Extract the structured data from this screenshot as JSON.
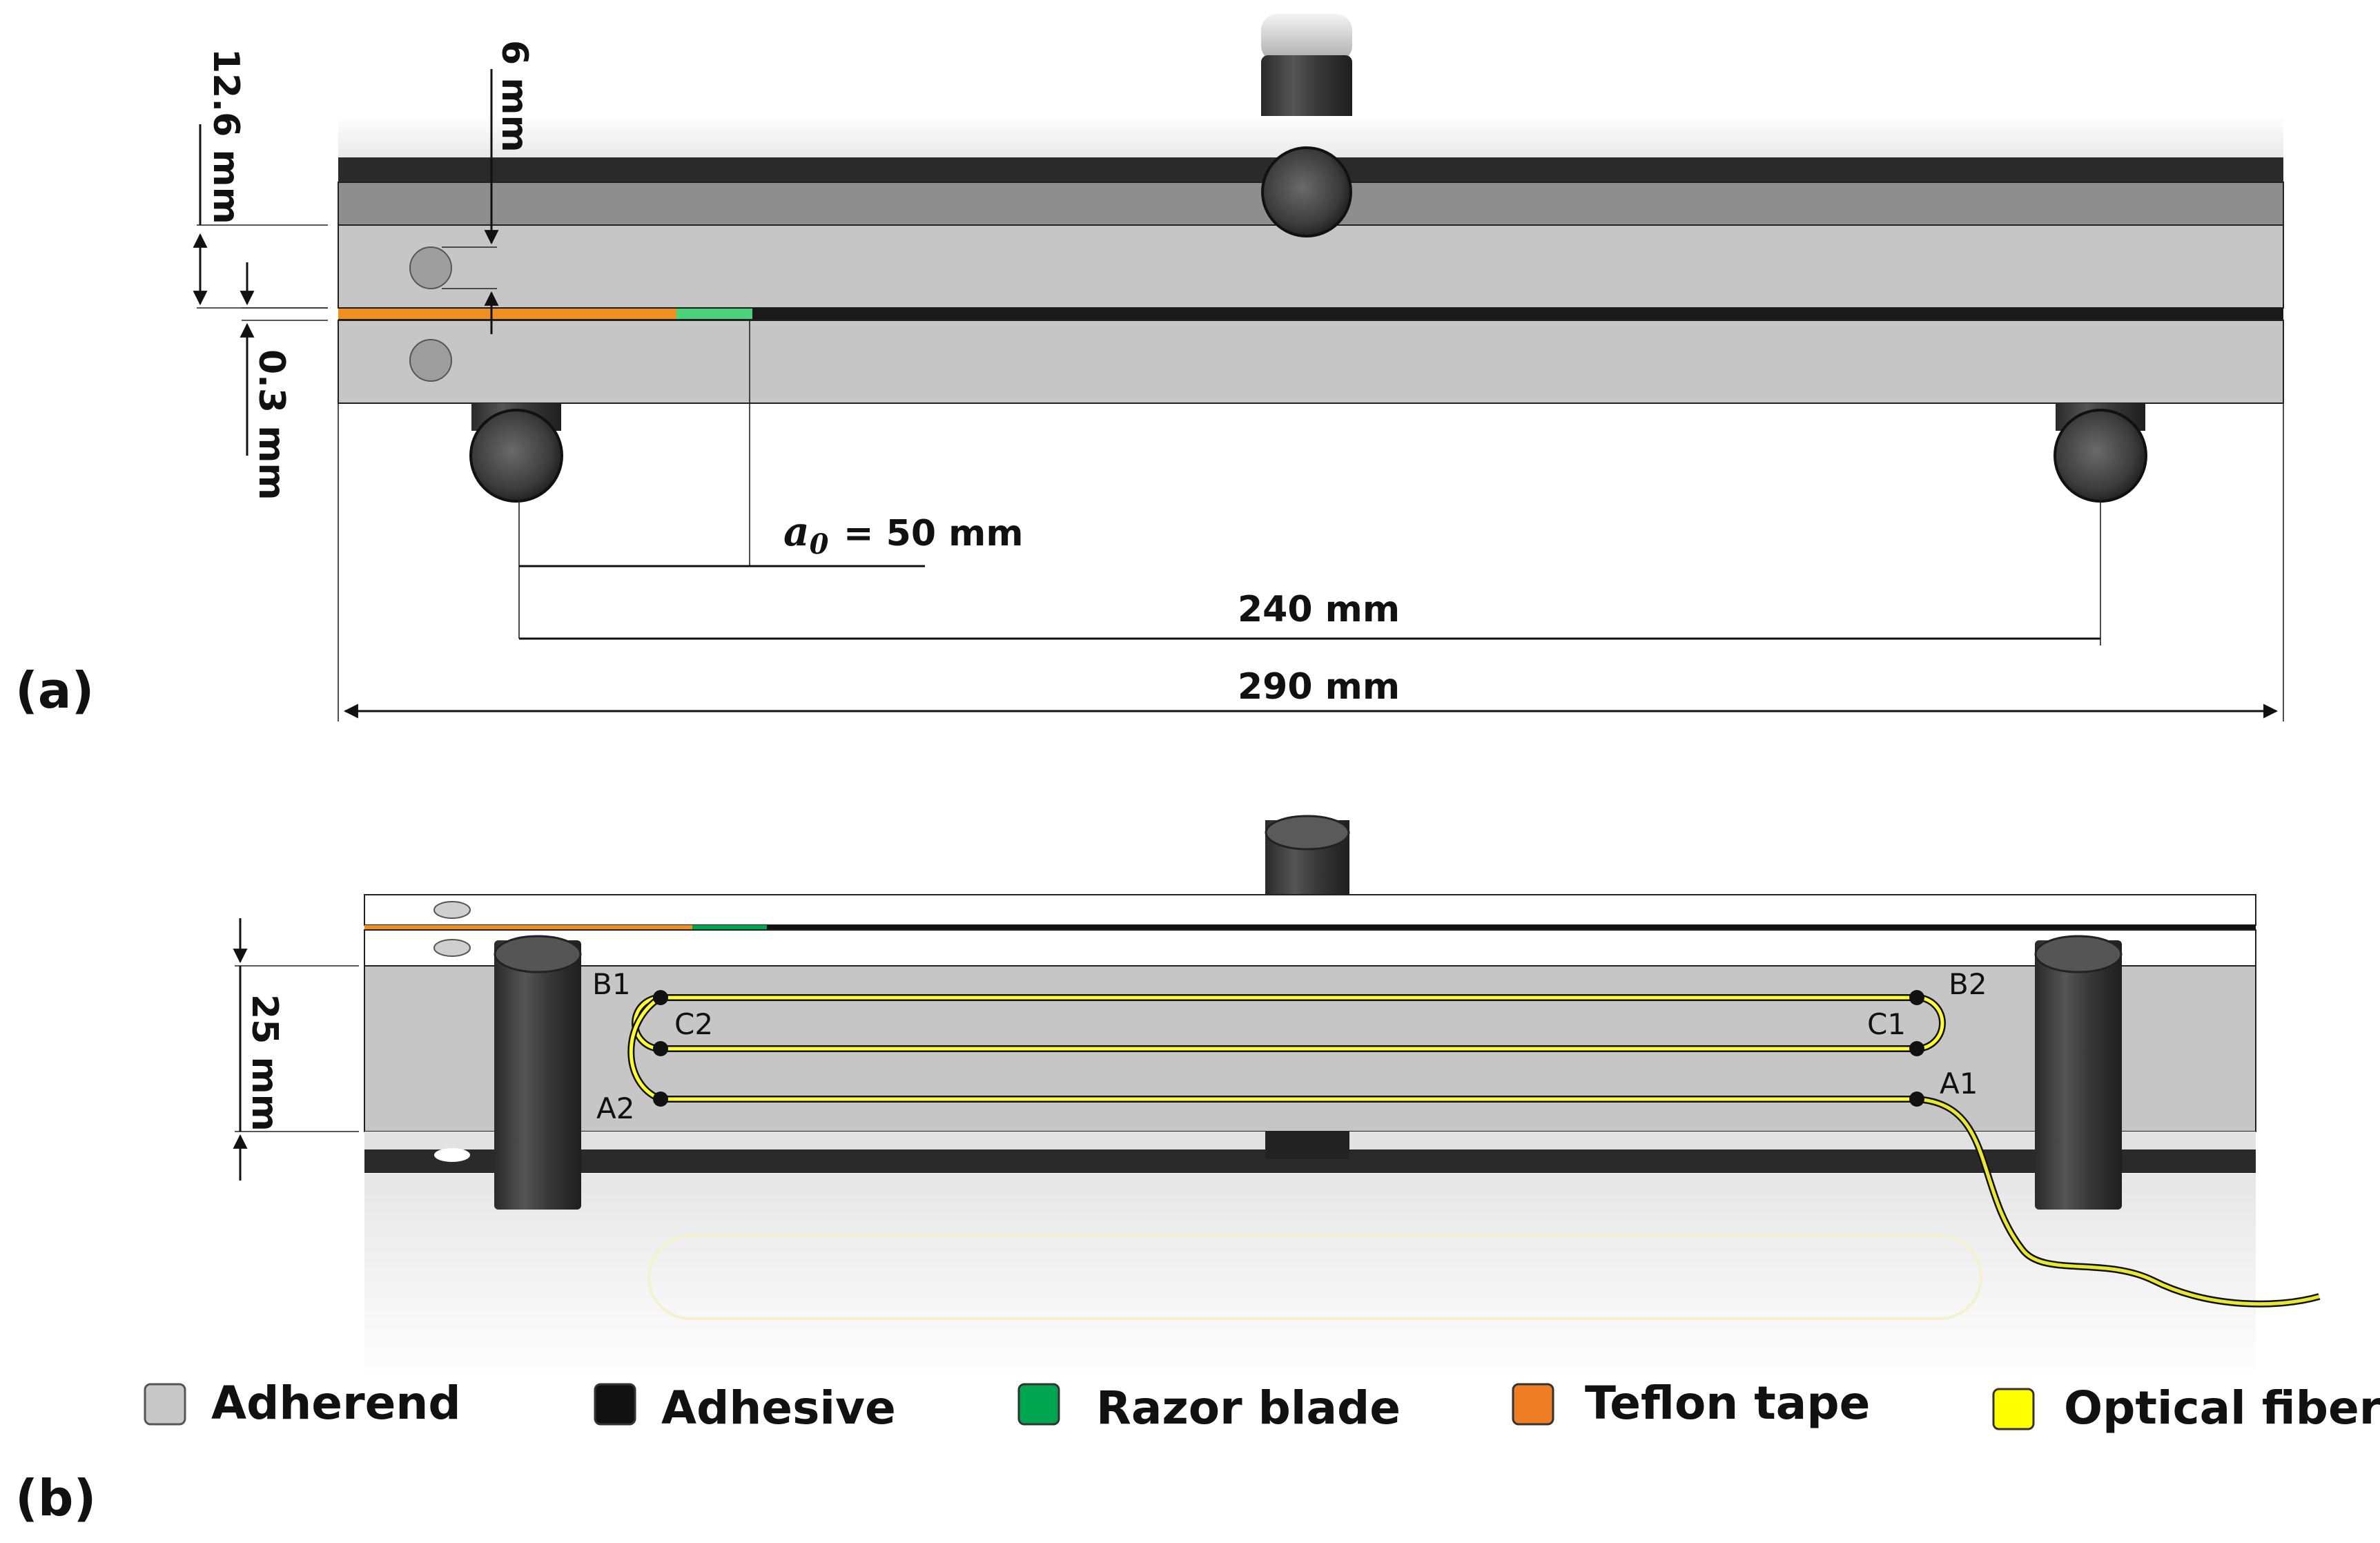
{
  "panel_a": {
    "label": "(a)",
    "dims": {
      "total_height": "12.6 mm",
      "hole_spacing": "6 mm",
      "adhesive_thickness": "0.3 mm",
      "crack": "= 50 mm",
      "crack_symbol": "a",
      "crack_subscript": "0",
      "span": "240 mm",
      "length": "290 mm"
    }
  },
  "panel_b": {
    "label": "(b)",
    "width": "25 mm",
    "points": [
      "B1",
      "C2",
      "A2",
      "B2",
      "C1",
      "A1"
    ]
  },
  "legend": [
    "Adherend",
    "Adhesive",
    "Razor blade",
    "Teflon tape",
    "Optical fiber"
  ],
  "colors": {
    "adherend": "#c8c8c8",
    "adhesive": "#111111",
    "razor": "#00a64f",
    "teflon": "#ef7d24",
    "fiber": "#ffff00"
  }
}
